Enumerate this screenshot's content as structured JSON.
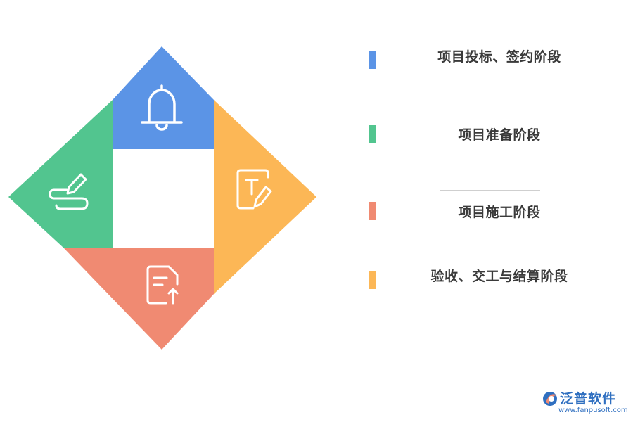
{
  "colors": {
    "blue": "#5b94e6",
    "orange": "#fcb756",
    "salmon": "#f08a72",
    "green": "#52c58f",
    "brand": "#2f6fc0"
  },
  "quadrants": [
    {
      "name": "top",
      "color": "#5b94e6",
      "icon": "bell-icon"
    },
    {
      "name": "right",
      "color": "#fcb756",
      "icon": "text-edit-icon"
    },
    {
      "name": "bottom",
      "color": "#f08a72",
      "icon": "document-upload-icon"
    },
    {
      "name": "left",
      "color": "#52c58f",
      "icon": "signature-pen-icon"
    }
  ],
  "legend": [
    {
      "label": "项目投标、签约阶段",
      "color": "#5b94e6"
    },
    {
      "label": "项目准备阶段",
      "color": "#52c58f"
    },
    {
      "label": "项目施工阶段",
      "color": "#f08a72"
    },
    {
      "label": "验收、交工与结算阶段",
      "color": "#fcb756"
    }
  ],
  "brand": {
    "name": "泛普软件",
    "url": "www.fanpusoft.com",
    "icon": "fanpu-logo-icon"
  }
}
